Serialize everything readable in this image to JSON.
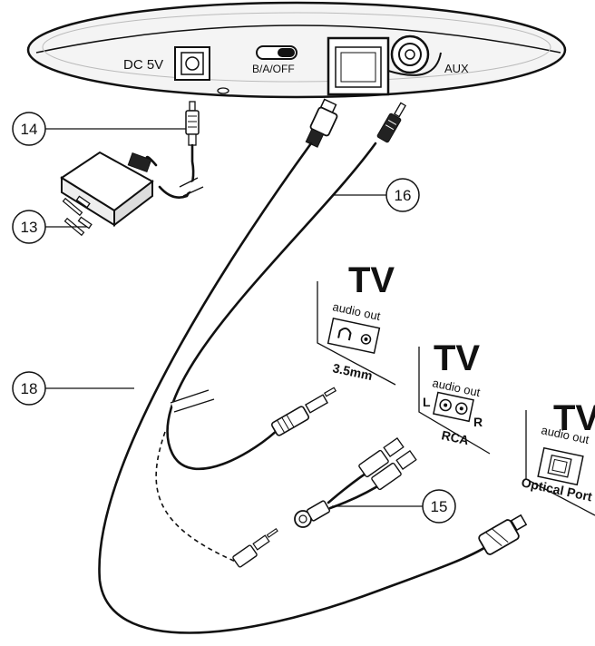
{
  "device": {
    "dc_label": "DC 5V",
    "switch_label": "B/A/OFF",
    "aux_label": "AUX"
  },
  "callouts": [
    {
      "id": "14"
    },
    {
      "id": "13"
    },
    {
      "id": "16"
    },
    {
      "id": "18"
    },
    {
      "id": "15"
    }
  ],
  "tv_panels": [
    {
      "title": "TV",
      "subtitle": "audio out",
      "port_label": "3.5mm"
    },
    {
      "title": "TV",
      "subtitle": "audio out",
      "port_label": "RCA",
      "left": "L",
      "right": "R"
    },
    {
      "title": "TV",
      "subtitle": "audio out",
      "port_label": "Optical Port"
    }
  ]
}
